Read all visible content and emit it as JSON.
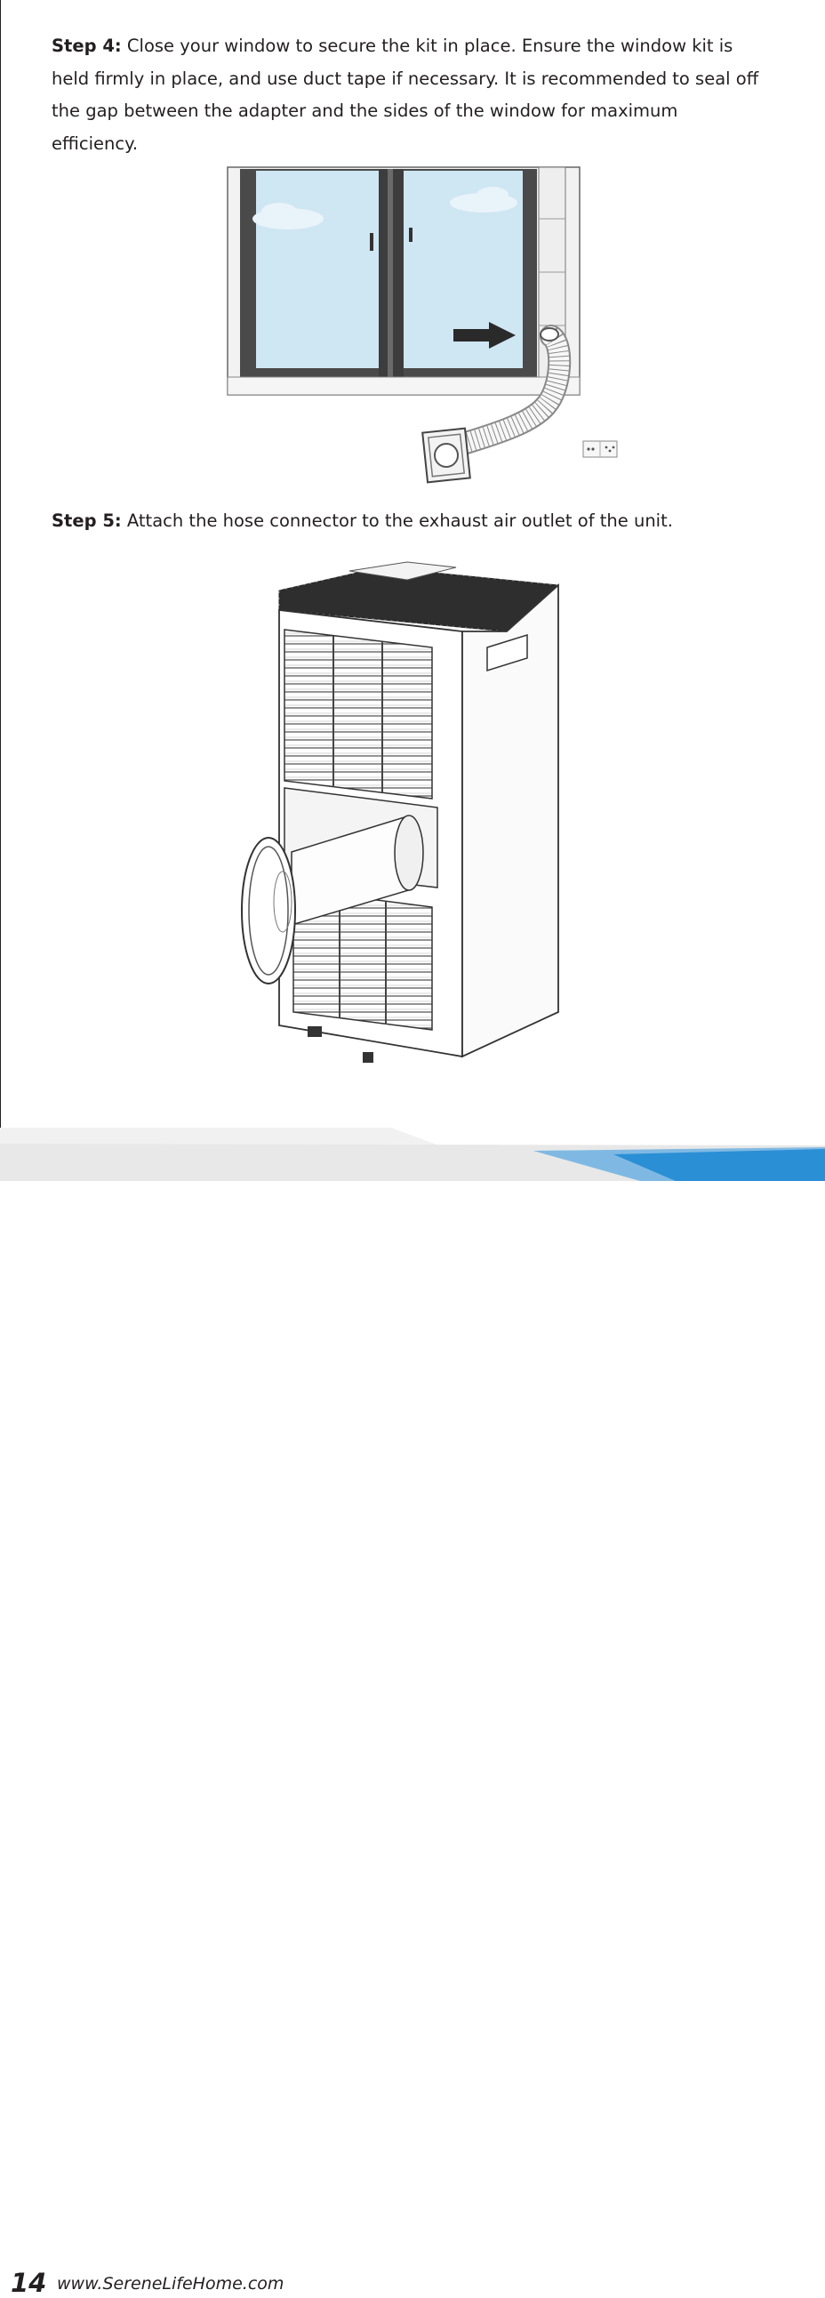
{
  "step4": {
    "label": "Step 4:",
    "text": " Close your window to secure the kit in place. Ensure the window kit is held firmly in place, and use duct tape if necessary. It is recommended to seal off the gap between the adapter and the sides of the window for maximum efficiency."
  },
  "step5": {
    "label": "Step 5:",
    "text": " Attach the hose connector to the exhaust air outlet of the unit."
  },
  "footer": {
    "page_number": "14",
    "url": "www.SereneLifeHome.com"
  },
  "colors": {
    "text": "#231f20",
    "sky": "#cfe6f3",
    "footer_blue": "#2b8fd6"
  }
}
